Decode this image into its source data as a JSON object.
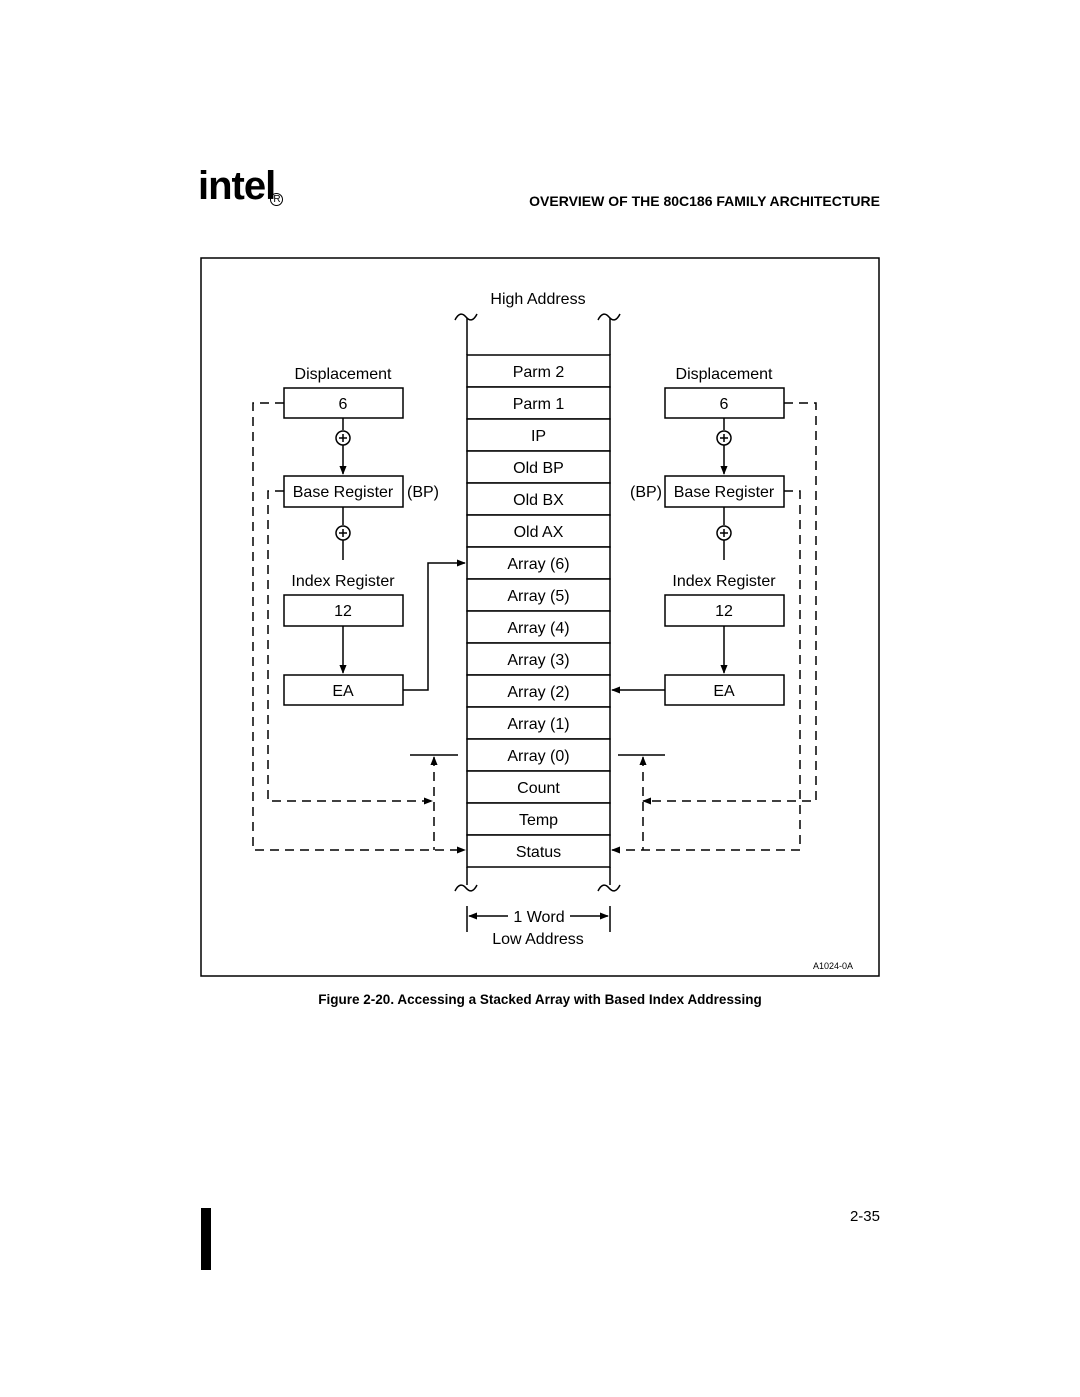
{
  "header": {
    "logo": "intel",
    "logo_reg": "R",
    "title": "OVERVIEW OF THE 80C186 FAMILY ARCHITECTURE"
  },
  "figure": {
    "high_address": "High Address",
    "low_address": "Low Address",
    "word_label": "1 Word",
    "stack": [
      "Parm 2",
      "Parm 1",
      "IP",
      "Old BP",
      "Old BX",
      "Old AX",
      "Array (6)",
      "Array (5)",
      "Array (4)",
      "Array (3)",
      "Array (2)",
      "Array (1)",
      "Array (0)",
      "Count",
      "Temp",
      "Status"
    ],
    "left": {
      "displacement_label": "Displacement",
      "displacement_value": "6",
      "base_register": "Base Register",
      "bp": "(BP)",
      "index_label": "Index Register",
      "index_value": "12",
      "ea": "EA"
    },
    "right": {
      "displacement_label": "Displacement",
      "displacement_value": "6",
      "base_register": "Base Register",
      "bp": "(BP)",
      "index_label": "Index Register",
      "index_value": "12",
      "ea": "EA"
    },
    "figure_code": "A1024-0A"
  },
  "caption": "Figure 2-20.  Accessing a Stacked Array with Based Index Addressing",
  "page_number": "2-35"
}
